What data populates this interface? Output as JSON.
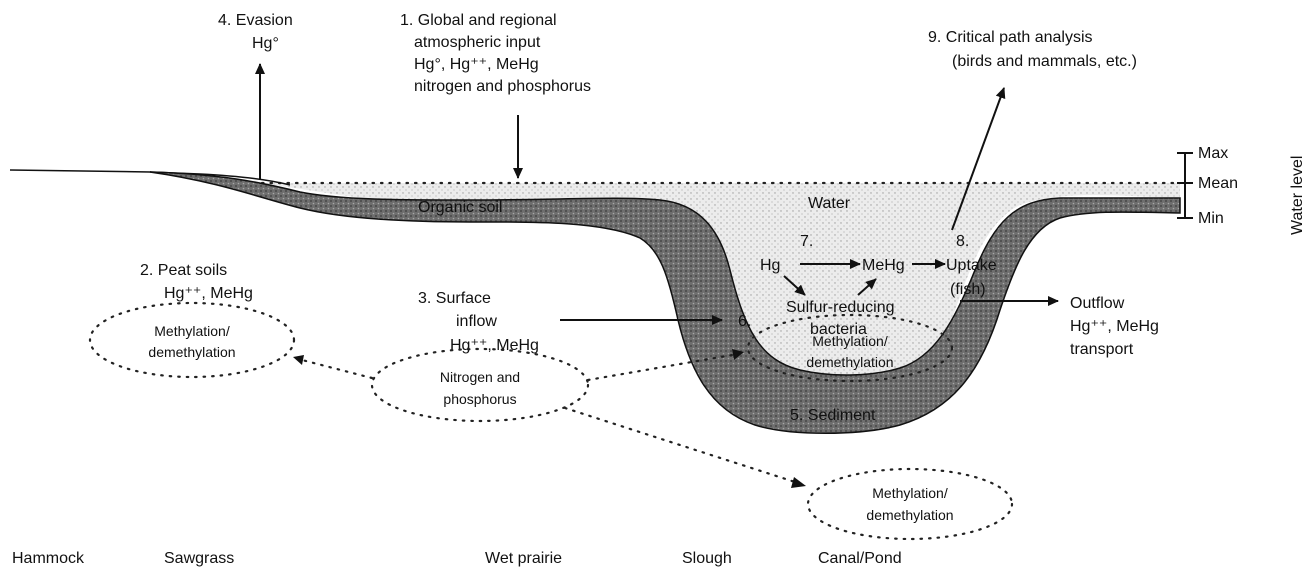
{
  "step1": {
    "line1": "1. Global and regional",
    "line2": "atmospheric input",
    "line3": "Hg°, Hg⁺⁺, MeHg",
    "line4": "nitrogen and phosphorus"
  },
  "step4": {
    "line1": "4. Evasion",
    "line2": "Hg°"
  },
  "step9": {
    "line1": "9. Critical path analysis",
    "line2": "(birds and mammals, etc.)"
  },
  "water_level": {
    "title": "Water level",
    "max": "Max",
    "mean": "Mean",
    "min": "Min"
  },
  "water": "Water",
  "organic_soil": "Organic soil",
  "step7": {
    "num": "7.",
    "hg": "Hg",
    "mehg": "MeHg",
    "bacteria1": "Sulfur-reducing",
    "bacteria2": "bacteria"
  },
  "step8": {
    "num": "8.",
    "line1": "Uptake",
    "line2": "(fish)"
  },
  "step2": {
    "line1": "2. Peat soils",
    "line2": "Hg⁺⁺, MeHg"
  },
  "step3": {
    "line1": "3. Surface",
    "line2": "inflow",
    "line3": "Hg⁺⁺, MeHg"
  },
  "step6": "6.",
  "outflow": {
    "line1": "Outflow",
    "line2": "Hg⁺⁺, MeHg",
    "line3": "transport"
  },
  "meth_left": {
    "line1": "Methylation/",
    "line2": "demethylation"
  },
  "meth_center": {
    "line1": "Methylation/",
    "line2": "demethylation"
  },
  "meth_lower": {
    "line1": "Methylation/",
    "line2": "demethylation"
  },
  "nutrients": {
    "line1": "Nitrogen and",
    "line2": "phosphorus"
  },
  "sediment": "5. Sediment",
  "habitats": [
    "Hammock",
    "Sawgrass",
    "Wet prairie",
    "Slough",
    "Canal/Pond"
  ]
}
